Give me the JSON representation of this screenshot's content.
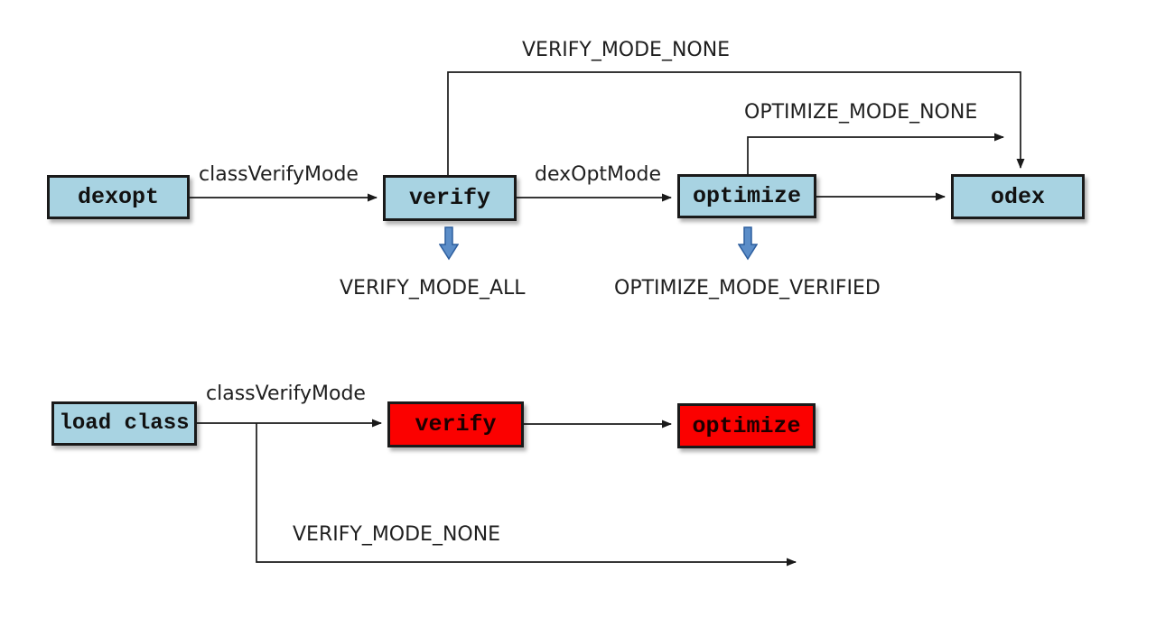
{
  "colors": {
    "canvas_bg": "#ffffff",
    "node_fill": "#a8d3e2",
    "node_border": "#1a1a1a",
    "red_fill": "#fb0100",
    "line": "#1a1a1a",
    "blue_arrow_fill": "#5b8dc8",
    "blue_arrow_border": "#2d5e9e",
    "label_color": "#1f1f1f"
  },
  "top_flow": {
    "nodes": {
      "dexopt": "dexopt",
      "verify": "verify",
      "optimize": "optimize",
      "odex": "odex"
    },
    "edge_labels": {
      "class_verify_mode": "classVerifyMode",
      "dex_opt_mode": "dexOptMode",
      "verify_mode_none": "VERIFY_MODE_NONE",
      "optimize_mode_none": "OPTIMIZE_MODE_NONE",
      "verify_mode_all": "VERIFY_MODE_ALL",
      "optimize_mode_verified": "OPTIMIZE_MODE_VERIFIED"
    }
  },
  "bottom_flow": {
    "nodes": {
      "load_class": "load class",
      "verify": "verify",
      "optimize": "optimize"
    },
    "edge_labels": {
      "class_verify_mode": "classVerifyMode",
      "verify_mode_none": "VERIFY_MODE_NONE"
    }
  }
}
